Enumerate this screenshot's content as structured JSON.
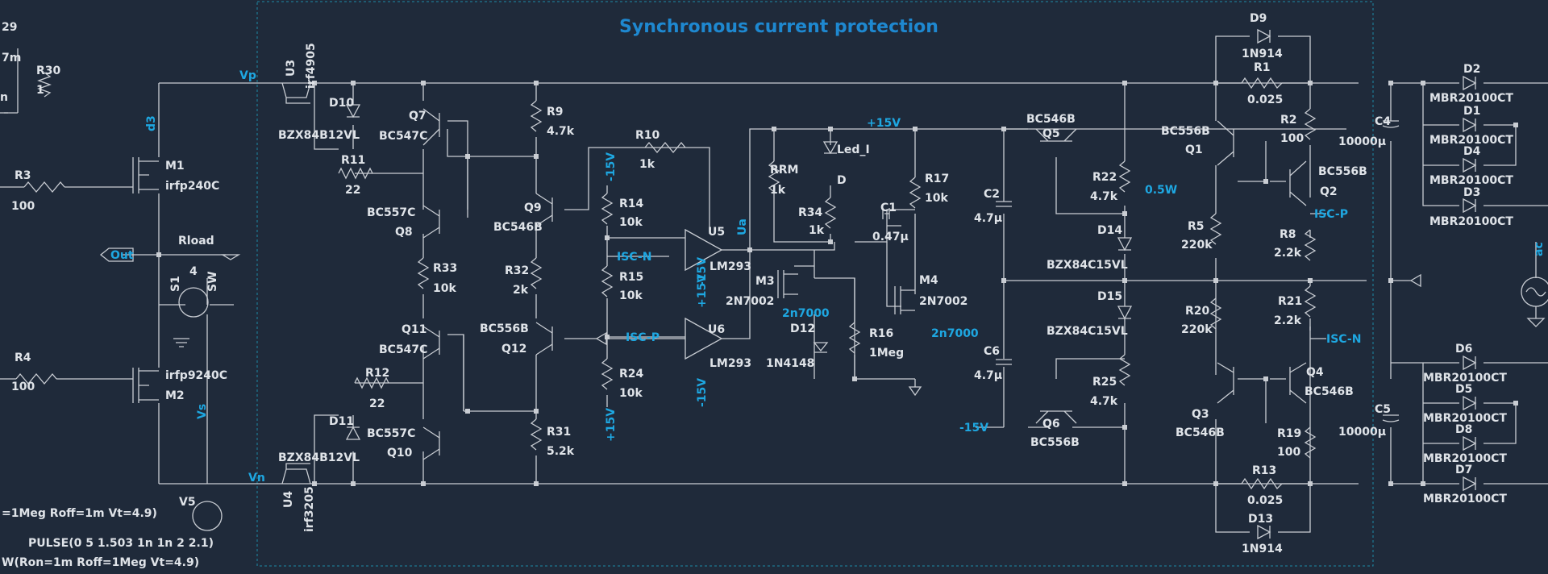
{
  "title": "Synchronous current protection",
  "colors": {
    "background": "#1f2a3a",
    "wire": "#c9cdd3",
    "net_label": "#1ea7e1",
    "title": "#1e88d0",
    "frame": "#1d8aa6"
  },
  "spice": {
    "line1": "=1Meg Roff=1m Vt=4.9)",
    "line2": "PULSE(0 5 1.503 1n 1n 2 2.1)",
    "line3": "W(Ron=1m Roff=1Meg Vt=4.9)"
  },
  "nets": {
    "vp": "Vp",
    "vn": "Vn",
    "vs": "Vs",
    "d3": "d3",
    "out": "Out",
    "ua": "Ua",
    "pos15": "+15V",
    "neg15": "-15V",
    "iscn": "ISC-N",
    "iscp": "ISC-P",
    "w05": "0.5W",
    "ac": "ac"
  },
  "parts": {
    "R29": "29",
    "R29v": "7m",
    "R29b": "n",
    "R30": "R30",
    "R30v": "1",
    "R3": "R3",
    "R3v": "100",
    "R4": "R4",
    "R4v": "100",
    "M1": "M1",
    "M1v": "irfp240C",
    "M2": "M2",
    "M2v": "irfp9240C",
    "Rload": "Rload",
    "Rloadv": "4",
    "S1": "S1",
    "SW": "SW",
    "V5": "V5",
    "U3": "U3",
    "U3v": "irf4905",
    "U4": "U4",
    "U4v": "irf3205",
    "D10": "D10",
    "D10v": "BZX84B12VL",
    "D11": "D11",
    "D11v": "BZX84B12VL",
    "R11": "R11",
    "R11v": "22",
    "R12": "R12",
    "R12v": "22",
    "Q7": "Q7",
    "Q7v": "BC547C",
    "Q8": "Q8",
    "Q8v": "BC557C",
    "Q11": "Q11",
    "Q11v": "BC547C",
    "Q10": "Q10",
    "Q10v": "BC557C",
    "R33": "R33",
    "R33v": "10k",
    "R9": "R9",
    "R9v": "4.7k",
    "Q9": "Q9",
    "Q9v": "BC546B",
    "R32": "R32",
    "R32v": "2k",
    "Q12": "Q12",
    "Q12v": "BC556B",
    "R31": "R31",
    "R31v": "5.2k",
    "R10": "R10",
    "R10v": "1k",
    "R14": "R14",
    "R14v": "10k",
    "R15": "R15",
    "R15v": "10k",
    "R24": "R24",
    "R24v": "10k",
    "U5": "U5",
    "U5v": "LM293",
    "U6": "U6",
    "U6v": "LM293",
    "RRM": "RRM",
    "RRMv": "1k",
    "R34": "R34",
    "R34v": "1k",
    "Led": "Led_I",
    "Ledv": "D",
    "M3": "M3",
    "M3v": "2N7002",
    "M3n": "2n7000",
    "D12": "D12",
    "D12v": "1N4148",
    "R16": "R16",
    "R16v": "1Meg",
    "C1": "C1",
    "C1v": "0.47µ",
    "R17": "R17",
    "R17v": "10k",
    "M4": "M4",
    "M4v": "2N7002",
    "M4n": "2n7000",
    "C2": "C2",
    "C2v": "4.7µ",
    "C6": "C6",
    "C6v": "4.7µ",
    "Q5": "Q5",
    "Q5v": "BC546B",
    "Q6": "Q6",
    "Q6v": "BC556B",
    "R22": "R22",
    "R22v": "4.7k",
    "R25": "R25",
    "R25v": "4.7k",
    "D14": "D14",
    "D14v": "BZX84C15VL",
    "D15": "D15",
    "D15v": "BZX84C15VL",
    "D9": "D9",
    "D9v": "1N914",
    "D13": "D13",
    "D13v": "1N914",
    "R1": "R1",
    "R1v": "0.025",
    "R13": "R13",
    "R13v": "0.025",
    "Q1": "Q1",
    "Q1v": "BC556B",
    "Q2": "Q2",
    "Q2v": "BC556B",
    "Q3": "Q3",
    "Q3v": "BC546B",
    "Q4": "Q4",
    "Q4v": "BC546B",
    "R2": "R2",
    "R2v": "100",
    "R19": "R19",
    "R19v": "100",
    "R5": "R5",
    "R5v": "220k",
    "R20": "R20",
    "R20v": "220k",
    "R8": "R8",
    "R8v": "2.2k",
    "R21": "R21",
    "R21v": "2.2k",
    "C4": "C4",
    "C4v": "10000µ",
    "C5": "C5",
    "C5v": "10000µ",
    "D1": "D1",
    "D2": "D2",
    "D3": "D3",
    "D4": "D4",
    "D5": "D5",
    "D6": "D6",
    "D7": "D7",
    "D8": "D8",
    "MBR": "MBR20100CT"
  }
}
